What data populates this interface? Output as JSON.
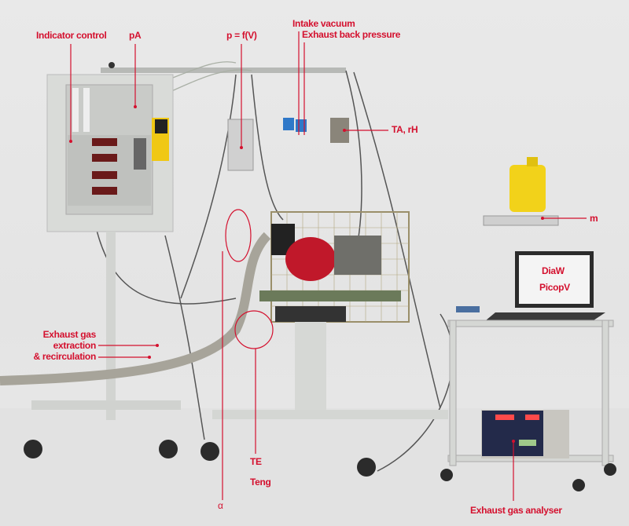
{
  "figure": {
    "labels": {
      "indicator_control": "Indicator control",
      "pa": "pA",
      "p_fv": "p = f(V)",
      "intake_vacuum": "Intake vacuum",
      "exhaust_back_pressure": "Exhaust back pressure",
      "ta_rh": "TA, rH",
      "m": "m",
      "diaw": "DiaW",
      "picopv": "PicopV",
      "exhaust_gas_1": "Exhaust gas",
      "exhaust_gas_2": "extraction",
      "exhaust_gas_3": "& recirculation",
      "alpha": "α",
      "te": "TE",
      "teng": "Teng",
      "exhaust_gas_analyser": "Exhaust gas analyser"
    },
    "colors": {
      "annotation": "#d4102e",
      "background": "#e6e6e6",
      "engine": "#c0182a",
      "canister": "#f2d21a"
    }
  }
}
